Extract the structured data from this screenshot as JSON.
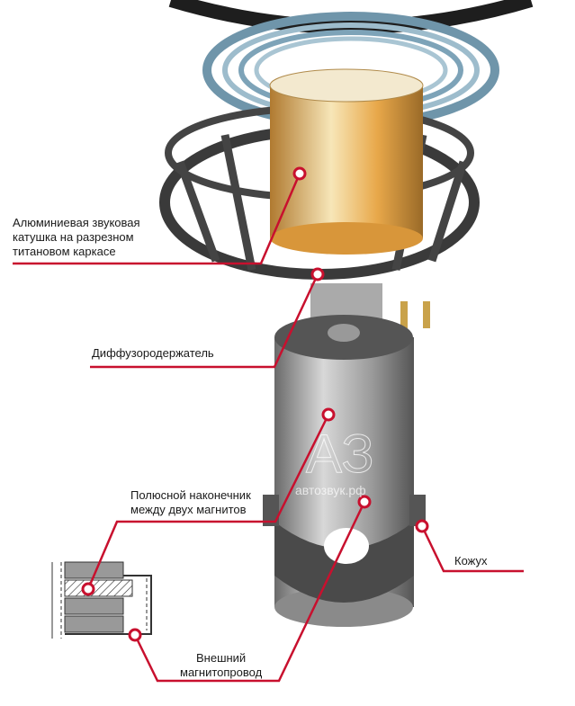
{
  "labels": {
    "coil": "Алюминиевая звуковая\nкатушка на разрезном\nтитановом каркасе",
    "basket": "Диффузородержатель",
    "pole": "Полюсной наконечник\nмежду двух магнитов",
    "housing": "Кожух",
    "yoke": "Внешний\nмагнитопровод"
  },
  "watermark": {
    "logo": "АЗ",
    "site": "автозвук.рф"
  },
  "colors": {
    "callout": "#c8102e",
    "coil": "#e8a84a",
    "rings": "#7da3b8"
  }
}
